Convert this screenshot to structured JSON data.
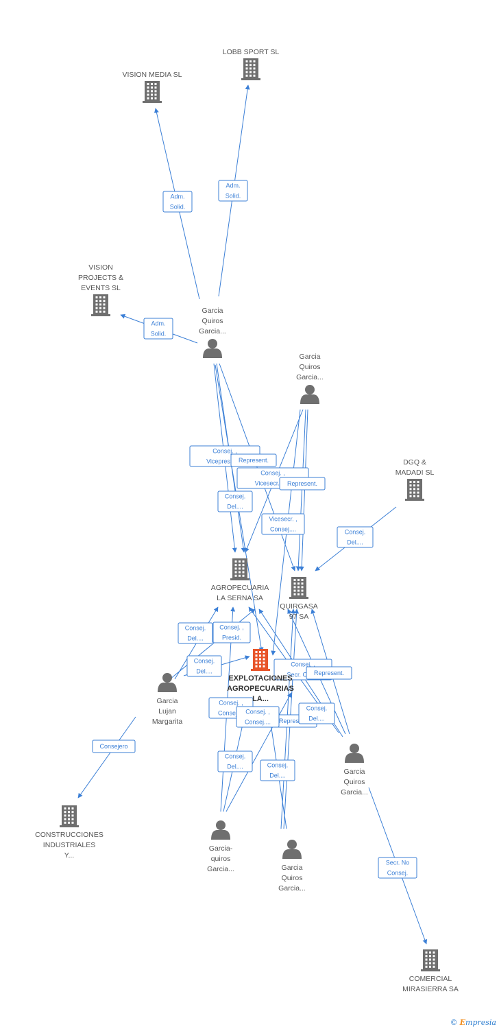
{
  "colors": {
    "company": "#6f6f6f",
    "company_main": "#e8552a",
    "person": "#6f6f6f",
    "edge": "#3b7fd6",
    "label": "#555555"
  },
  "nodes": [
    {
      "id": "lobb",
      "type": "company",
      "lines": [
        "LOBB SPORT SL"
      ]
    },
    {
      "id": "vision_media",
      "type": "company",
      "lines": [
        "VISION MEDIA SL"
      ]
    },
    {
      "id": "vision_projects",
      "type": "company",
      "lines": [
        "VISION",
        "PROJECTS &",
        "EVENTS SL"
      ]
    },
    {
      "id": "p1",
      "type": "person",
      "lines": [
        "Garcia",
        "Quiros",
        "Garcia..."
      ]
    },
    {
      "id": "p2",
      "type": "person",
      "lines": [
        "Garcia",
        "Quiros",
        "Garcia..."
      ]
    },
    {
      "id": "dgq",
      "type": "company",
      "lines": [
        "DGQ &",
        "MADADI SL"
      ]
    },
    {
      "id": "agro",
      "type": "company",
      "lines": [
        "AGROPECUARIA",
        "LA SERNA SA"
      ]
    },
    {
      "id": "quirgasa",
      "type": "company",
      "lines": [
        "QUIRGASA",
        "97 SA"
      ]
    },
    {
      "id": "main",
      "type": "company_main",
      "lines": [
        "EXPLOTACIONES",
        "AGROPECUARIAS",
        "LA..."
      ]
    },
    {
      "id": "p_lujan",
      "type": "person",
      "lines": [
        "Garcia",
        "Lujan",
        "Margarita"
      ]
    },
    {
      "id": "p3",
      "type": "person",
      "lines": [
        "Garcia",
        "Quiros",
        "Garcia..."
      ]
    },
    {
      "id": "construcciones",
      "type": "company",
      "lines": [
        "CONSTRUCCIONES",
        "INDUSTRIALES",
        "Y..."
      ]
    },
    {
      "id": "p4",
      "type": "person",
      "lines": [
        "Garcia-",
        "quiros",
        "Garcia..."
      ]
    },
    {
      "id": "p5",
      "type": "person",
      "lines": [
        "Garcia",
        "Quiros",
        "Garcia..."
      ]
    },
    {
      "id": "comercial",
      "type": "company",
      "lines": [
        "COMERCIAL",
        "MIRASIERRA SA"
      ]
    }
  ],
  "relations": [
    {
      "id": "r1",
      "lines": [
        "Adm.",
        "Solid."
      ]
    },
    {
      "id": "r2",
      "lines": [
        "Adm.",
        "Solid."
      ]
    },
    {
      "id": "r3",
      "lines": [
        "Adm.",
        "Solid."
      ]
    },
    {
      "id": "r4",
      "lines": [
        "Consej. ,",
        "Vicepres.,C..."
      ]
    },
    {
      "id": "r5",
      "lines": [
        "Represent."
      ]
    },
    {
      "id": "r6",
      "lines": [
        "Consej. ,",
        "Vicesecr.,C..."
      ]
    },
    {
      "id": "r7",
      "lines": [
        "Represent."
      ]
    },
    {
      "id": "r8",
      "lines": [
        "Consej.",
        "Del...."
      ]
    },
    {
      "id": "r9",
      "lines": [
        "Vicesecr. ,",
        "Consej...."
      ]
    },
    {
      "id": "r10",
      "lines": [
        "Consej.",
        "Del...."
      ]
    },
    {
      "id": "r11",
      "lines": [
        "Consej.",
        "Del...."
      ]
    },
    {
      "id": "r12",
      "lines": [
        "Consej. ,",
        "Presid."
      ]
    },
    {
      "id": "r13",
      "lines": [
        "Consej.",
        "Del...."
      ]
    },
    {
      "id": "r14",
      "lines": [
        "Consej. ,",
        "Secr. Con..."
      ]
    },
    {
      "id": "r15",
      "lines": [
        "Represent."
      ]
    },
    {
      "id": "r16",
      "lines": [
        "Consej. ,",
        "Consej...."
      ]
    },
    {
      "id": "r17",
      "lines": [
        "Represent."
      ]
    },
    {
      "id": "r18",
      "lines": [
        "Consej. ,",
        "Consej...."
      ]
    },
    {
      "id": "r19",
      "lines": [
        "Consej.",
        "Del...."
      ]
    },
    {
      "id": "r20",
      "lines": [
        "Consejero"
      ]
    },
    {
      "id": "r21",
      "lines": [
        "Consej.",
        "Del...."
      ]
    },
    {
      "id": "r22",
      "lines": [
        "Consej.",
        "Del...."
      ]
    },
    {
      "id": "r23",
      "lines": [
        "Secr.  No",
        "Consej."
      ]
    }
  ],
  "footer": {
    "copyright": "©",
    "brand_e": "E",
    "brand_rest": "mpresia"
  }
}
